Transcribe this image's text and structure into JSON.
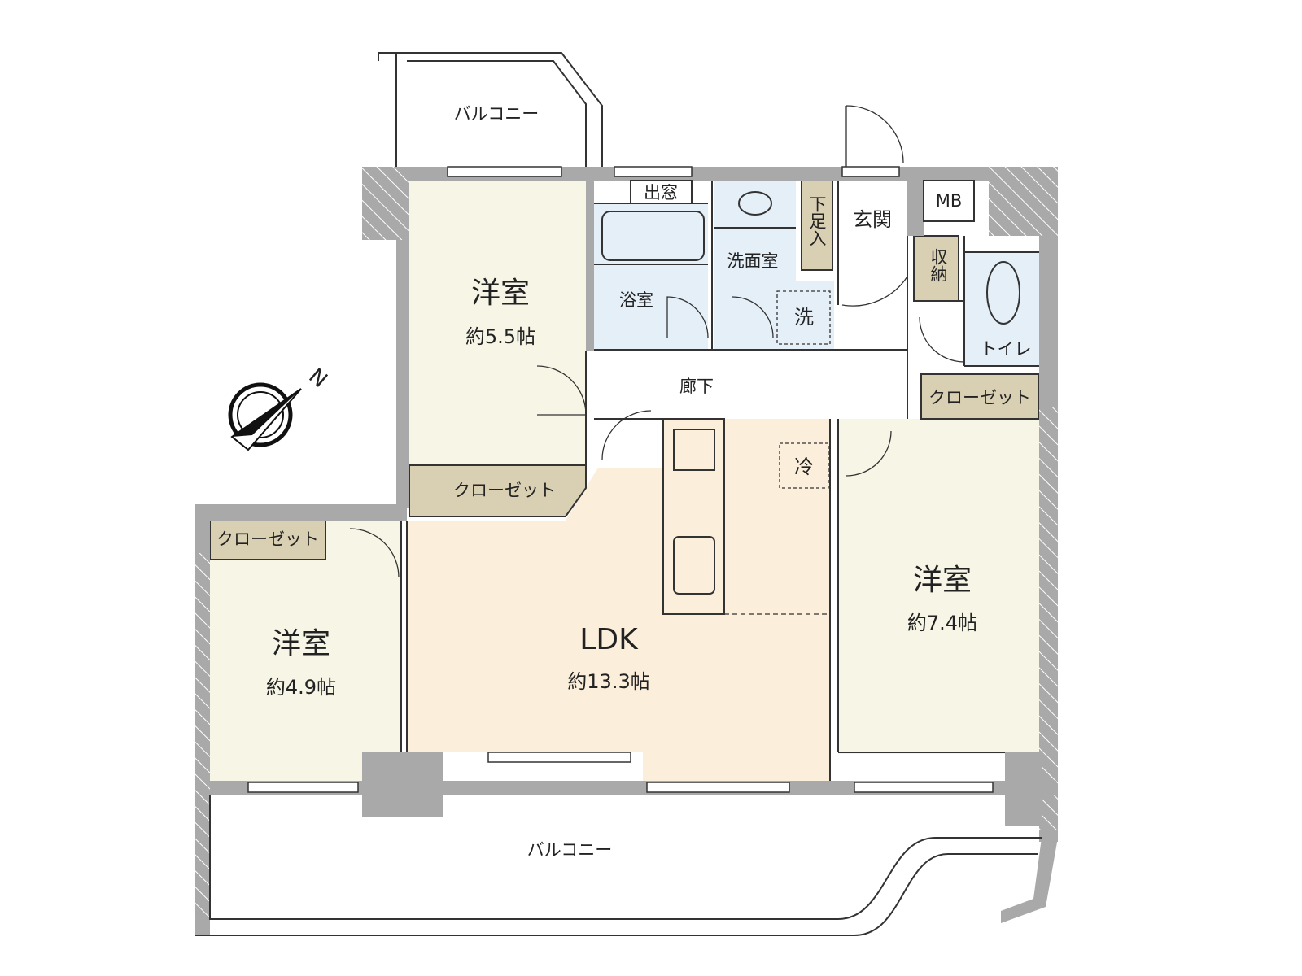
{
  "colors": {
    "wall": "#a9a9a9",
    "western_room": "#f7f5e6",
    "ldk": "#fbeedb",
    "wet_area": "#e5eff8",
    "storage": "#d9cfb3"
  },
  "compass": {
    "label": "N"
  },
  "rooms": {
    "balcony_top": "バルコニー",
    "room_a_name": "洋室",
    "room_a_size": "約5.5帖",
    "bay_window": "出窓",
    "bath": "浴室",
    "washroom": "洗面室",
    "washer": "洗",
    "shoe_storage": "下足入",
    "entrance": "玄関",
    "mb": "MB",
    "storage": "収納",
    "toilet": "トイレ",
    "hallway": "廊下",
    "closet_right": "クローゼット",
    "closet_a": "クローゼット",
    "fridge": "冷",
    "closet_b": "クローゼット",
    "room_b_name": "洋室",
    "room_b_size": "約4.9帖",
    "ldk_name": "LDK",
    "ldk_size": "約13.3帖",
    "room_c_name": "洋室",
    "room_c_size": "約7.4帖",
    "balcony_bottom": "バルコニー"
  }
}
